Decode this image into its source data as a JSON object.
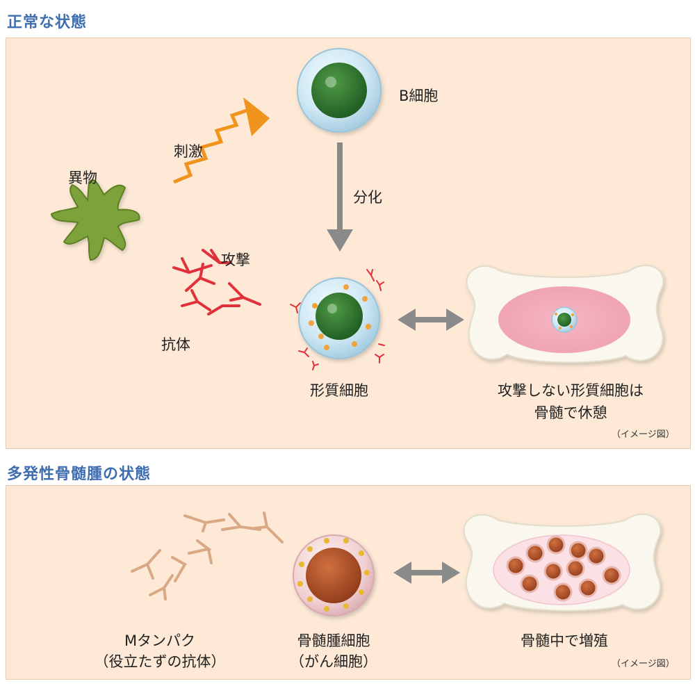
{
  "sections": {
    "normal": {
      "heading": "正常な状態",
      "labels": {
        "b_cell": "B細胞",
        "stimulus": "刺激",
        "foreign": "異物",
        "differentiation": "分化",
        "attack": "攻撃",
        "antibody": "抗体",
        "plasma_cell": "形質細胞",
        "resting_line1": "攻撃しない形質細胞は",
        "resting_line2": "骨髄で休憩",
        "image_note": "（イメージ図）"
      }
    },
    "myeloma": {
      "heading": "多発性骨髄腫の状態",
      "labels": {
        "m_protein_line1": "Mタンパク",
        "m_protein_line2": "（役立たずの抗体）",
        "myeloma_cell_line1": "骨髄腫細胞",
        "myeloma_cell_line2": "（がん細胞）",
        "proliferate": "骨髄中で増殖",
        "image_note": "（イメージ図）"
      }
    }
  },
  "colors": {
    "heading": "#3f6eb0",
    "panel_bg": "#fde9d6",
    "cell_outer": "#cfe8f4",
    "nucleus": "#2e7a2e",
    "antibody_red": "#e0303a",
    "m_protein": "#d9a884",
    "stimulus_arrow": "#f0941e",
    "foreign_body": "#7da23a",
    "arrow_gray": "#8a8a8a",
    "myeloma_nucleus": "#b5522a"
  }
}
